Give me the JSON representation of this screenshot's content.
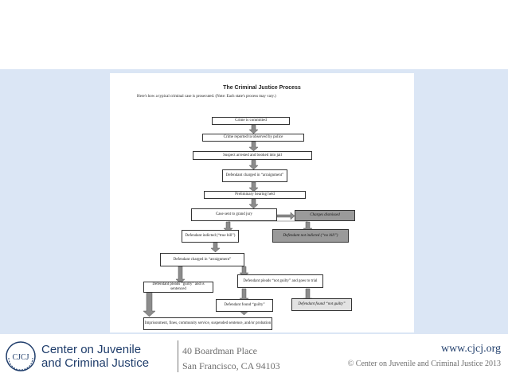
{
  "slide": {
    "colors": {
      "band": "#dbe6f5",
      "brand": "#1f3d6b",
      "box_dark": "#9a9a9a",
      "box_light": "#e2e2e2",
      "arrow": "#8c8c8c"
    }
  },
  "figure": {
    "title": "The Criminal Justice Process",
    "subtitle": "Here's how a typical criminal case is prosecuted. (Note: Each state's process may vary.)",
    "steps": {
      "crime": "Crime is committed",
      "reported": "Crime reported to/observed by police",
      "arrested": "Suspect arrested and booked into jail",
      "charged": "Defendant charged in “arraignment”",
      "prelim": "Preliminary hearing held",
      "grand_jury": "Case sent to grand jury",
      "dismissed": "Charges dismissed",
      "indicted": "Defendant indicted (“true bill”)",
      "not_indicted": "Defendant not indicted (“no bill”)",
      "charged2": "Defendant charged in “arraignment”",
      "guilty_plea": "Defendant pleads “guilty” and is sentenced",
      "not_guilty_plea": "Defendant pleads “not guilty” and goes to trial",
      "found_guilty": "Defendant found “guilty”",
      "found_not_guilty": "Defendant found “not guilty”",
      "sentence": "Imprisonment, fines, community service, suspended sentence, and/or probation"
    }
  },
  "footer": {
    "logo_initials": "CJCJ",
    "org_line1": "Center on Juvenile",
    "org_line2": "and Criminal Justice",
    "address_line1": "40 Boardman Place",
    "address_line2": "San Francisco, CA 94103",
    "website": "www.cjcj.org",
    "copyright": "© Center on Juvenile and Criminal Justice 2013"
  }
}
